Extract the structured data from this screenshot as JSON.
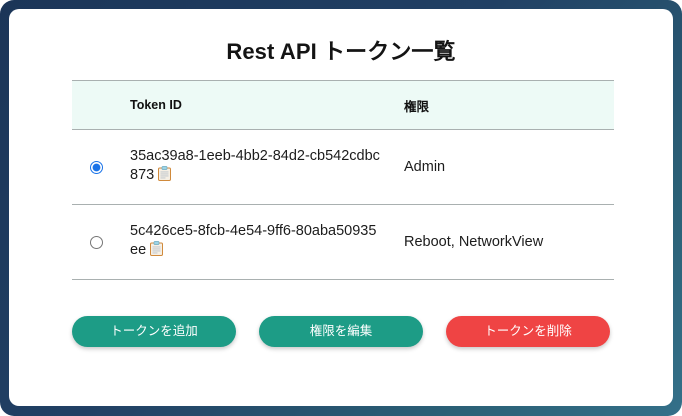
{
  "page": {
    "title": "Rest API トークン一覧",
    "frame_color": "#1b3558",
    "card_background": "#ffffff"
  },
  "table": {
    "header_background": "#edfaf6",
    "columns": [
      {
        "key": "select",
        "label": ""
      },
      {
        "key": "token_id",
        "label": "Token ID"
      },
      {
        "key": "permission",
        "label": "権限"
      }
    ],
    "rows": [
      {
        "selected": true,
        "token_id": "35ac39a8-1eeb-4bb2-84d2-cb542cdbc873",
        "copy_icon": "clipboard-icon",
        "permission": "Admin"
      },
      {
        "selected": false,
        "token_id": "5c426ce5-8fcb-4e54-9ff6-80aba50935ee",
        "copy_icon": "clipboard-icon",
        "permission": "Reboot, NetworkView"
      }
    ]
  },
  "actions": {
    "add": {
      "label": "トークンを追加",
      "color": "#1d9c86"
    },
    "edit": {
      "label": "権限を編集",
      "color": "#1d9c86"
    },
    "delete": {
      "label": "トークンを削除",
      "color": "#ef4444"
    }
  }
}
